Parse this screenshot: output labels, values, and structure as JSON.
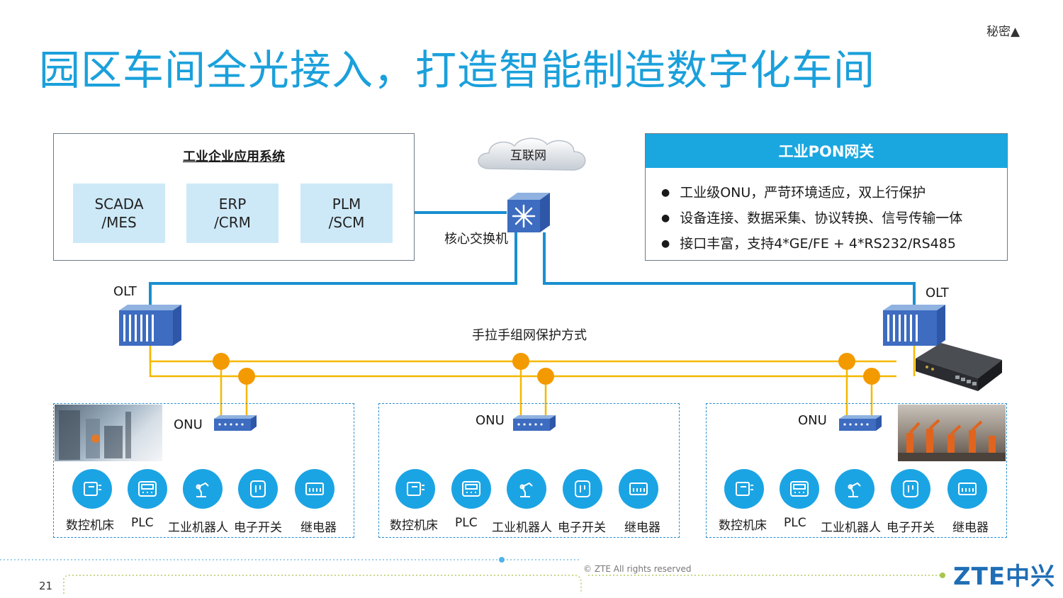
{
  "title": "园区车间全光接入，打造智能制造数字化车间",
  "classification": "秘密▲",
  "industrial_systems": {
    "title": "工业企业应用系统",
    "items": [
      "SCADA\n/MES",
      "ERP\n/CRM",
      "PLM\n/SCM"
    ]
  },
  "internet_label": "互联网",
  "core_switch_label": "核心交换机",
  "pon_gateway": {
    "title": "工业PON网关",
    "bullets": [
      "工业级ONU，严苛环境适应，双上行保护",
      "设备连接、数据采集、协议转换、信号传输一体",
      "接口丰富，支持4*GE/FE + 4*RS232/RS485"
    ]
  },
  "olt_label": "OLT",
  "protection_label": "手拉手组网保护方式",
  "onu_label": "ONU",
  "devices": [
    "数控机床",
    "PLC",
    "工业机器人",
    "电子开关",
    "继电器"
  ],
  "footer": {
    "copyright": "© ZTE All rights reserved",
    "page_number": "21",
    "logo": "ZTE中兴"
  },
  "colors": {
    "title_blue": "#1aa0db",
    "link_blue": "#1a8fd0",
    "fiber_yellow": "#f5b800",
    "splitter_orange": "#f09000",
    "device_blue": "#1ba4e4",
    "system_box_fill": "#cde9f8"
  }
}
